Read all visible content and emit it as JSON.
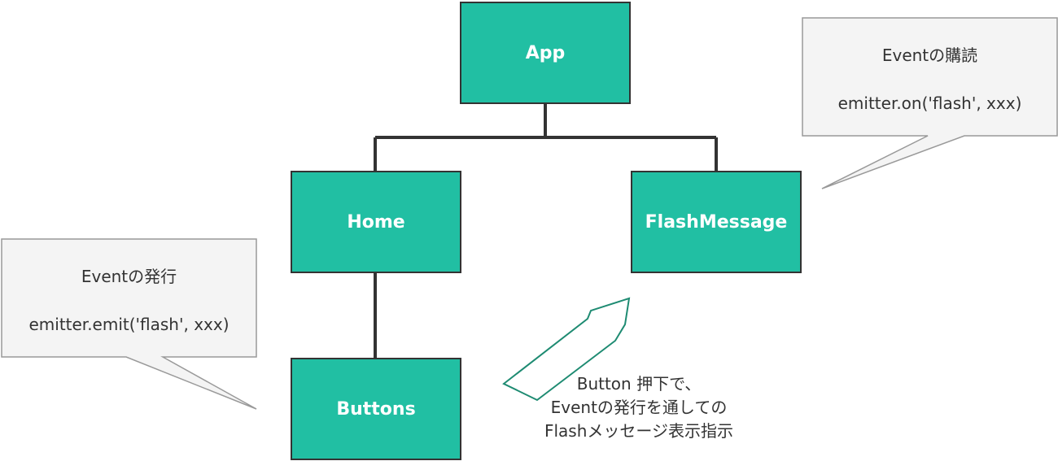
{
  "nodes": {
    "app": "App",
    "home": "Home",
    "flash_message": "FlashMessage",
    "buttons": "Buttons"
  },
  "callouts": {
    "subscribe": {
      "title": "Eventの購読",
      "code": "emitter.on('flash', xxx)"
    },
    "emit": {
      "title": "Eventの発行",
      "code": "emitter.emit('flash', xxx)"
    }
  },
  "caption": {
    "line1": "Button 押下で、",
    "line2": "Eventの発行を通しての",
    "line3": "Flashメッセージ表示指示"
  },
  "colors": {
    "node_fill": "#21bfa3",
    "node_border": "#333333",
    "callout_fill": "#f4f4f4",
    "callout_border": "#999999",
    "connector": "#333333",
    "arrow_border": "#1e8b72"
  }
}
